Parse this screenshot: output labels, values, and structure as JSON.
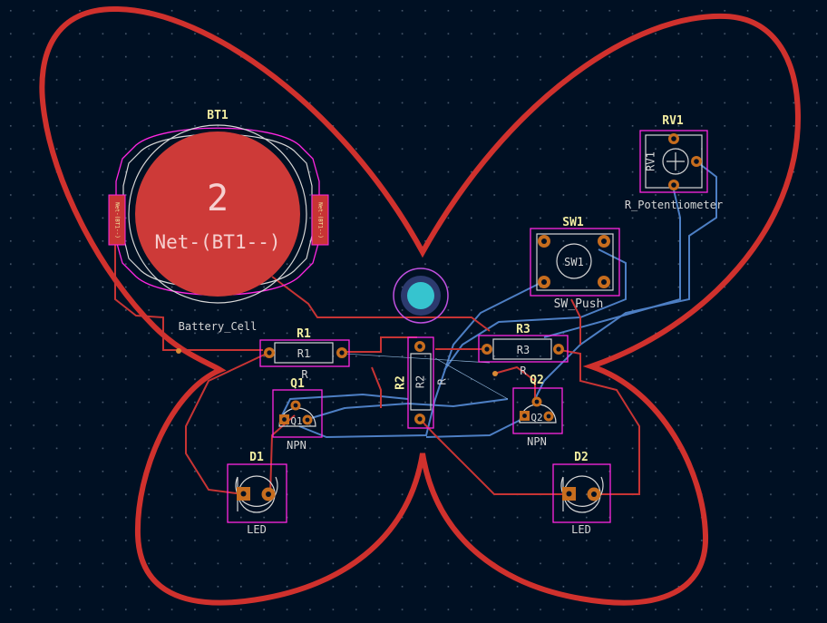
{
  "colors": {
    "background": "#001023",
    "edge_cuts": "#d0312d",
    "front_copper": "#c83434",
    "back_copper": "#4d7fc4",
    "silkscreen": "#f2eda1",
    "silk_value": "#d6d6d6",
    "courtyard": "#ff26e2",
    "pad": "#c76d1e",
    "via": "#36c4cf"
  },
  "components": {
    "bt1": {
      "ref": "BT1",
      "value": "Battery_Cell",
      "net_number": "2",
      "net_name": "Net-(BT1--)",
      "side_label": "Net-(BT1--)"
    },
    "rv1": {
      "ref": "RV1",
      "value": "R_Potentiometer",
      "silk_ref": "RV1"
    },
    "sw1": {
      "ref": "SW1",
      "value": "SW_Push",
      "silk_ref": "SW1"
    },
    "r1": {
      "ref": "R1",
      "value": "R",
      "silk_ref": "R1"
    },
    "r2": {
      "ref": "R2",
      "value": "R",
      "silk_ref": "R2"
    },
    "r3": {
      "ref": "R3",
      "value": "R",
      "silk_ref": "R3"
    },
    "q1": {
      "ref": "Q1",
      "value": "NPN",
      "silk_ref": "Q1"
    },
    "q2": {
      "ref": "Q2",
      "value": "NPN",
      "silk_ref": "Q2"
    },
    "d1": {
      "ref": "D1",
      "value": "LED"
    },
    "d2": {
      "ref": "D2",
      "value": "LED"
    }
  }
}
